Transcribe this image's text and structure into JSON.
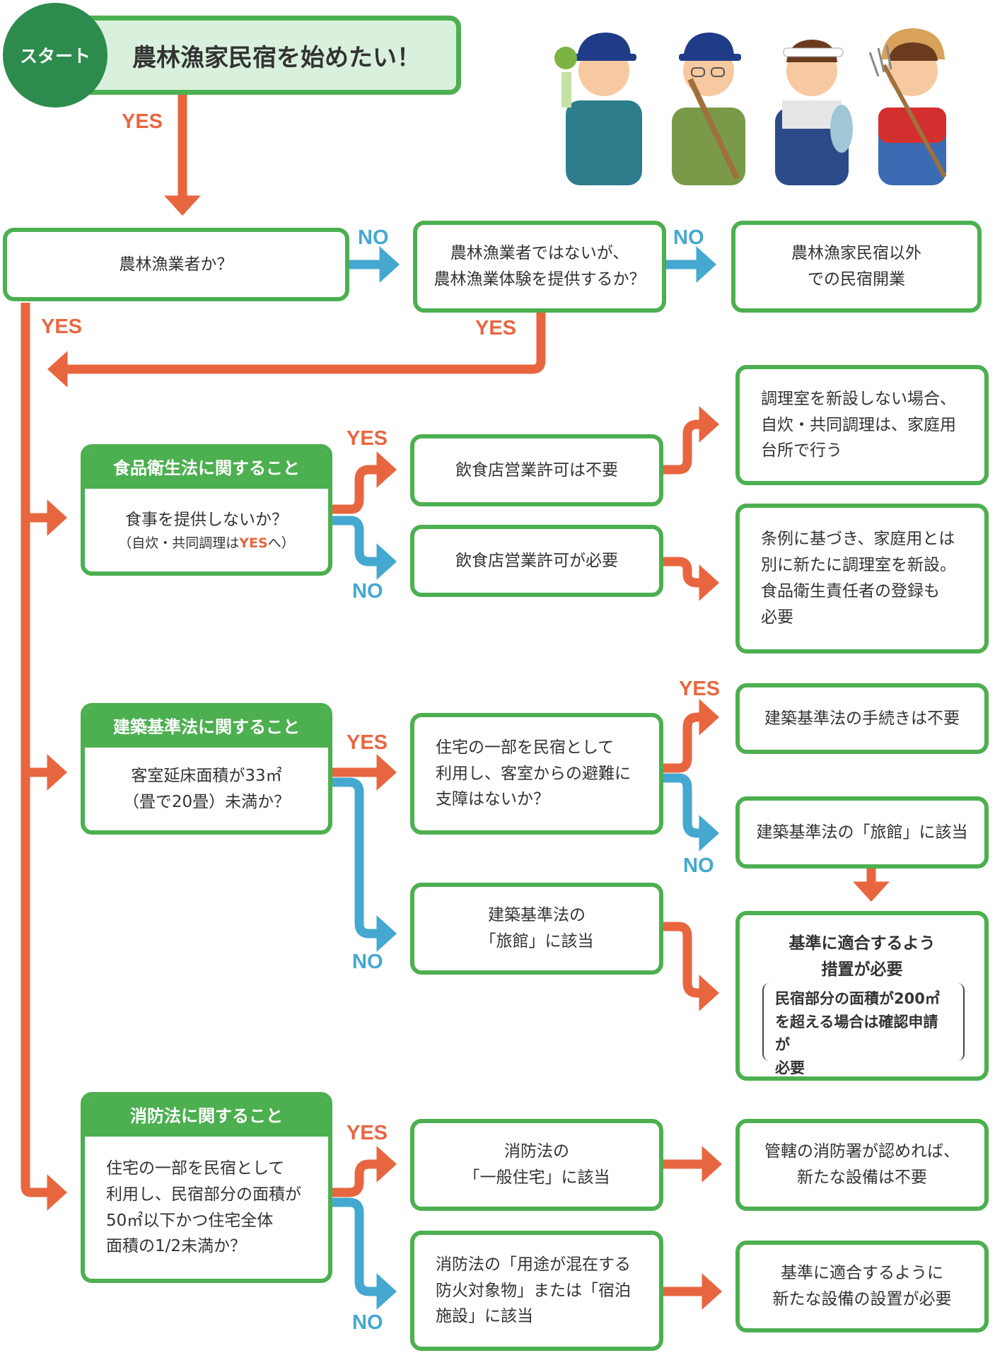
{
  "start": {
    "circle": "スタート",
    "title": "農林漁家民宿を始めたい！"
  },
  "labels": {
    "yes": "YES",
    "no": "NO"
  },
  "q1": {
    "text": "農林漁業者か？"
  },
  "q2": {
    "line1": "農林漁業者ではないが、",
    "line2": "農林漁業体験を提供するか？"
  },
  "r_other": {
    "line1": "農林漁家民宿以外",
    "line2": "での民宿開業"
  },
  "food": {
    "header": "食品衛生法に関すること",
    "question": "食事を提供しないか？",
    "note_pre": "（自炊・共同調理は",
    "note_yes": "YES",
    "note_post": "へ）",
    "yes_box": "飲食店営業許可は不要",
    "no_box": "飲食店営業許可が必要",
    "yes_result": {
      "line1": "調理室を新設しない場合、",
      "line2": "自炊・共同調理は、家庭用",
      "line3": "台所で行う"
    },
    "no_result": {
      "line1": "条例に基づき、家庭用とは",
      "line2": "別に新たに調理室を新設。",
      "line3": "食品衛生責任者の登録も",
      "line4": "必要"
    }
  },
  "building": {
    "header": "建築基準法に関すること",
    "q_line1": "客室延床面積が33㎡",
    "q_line2": "（畳で20畳）未満か？",
    "yes_q": {
      "line1": "住宅の一部を民宿として",
      "line2": "利用し、客室からの避難に",
      "line3": "支障はないか？"
    },
    "no_box": {
      "line1": "建築基準法の",
      "line2": "「旅館」に該当"
    },
    "r_no_procedure": "建築基準法の手続きは不要",
    "r_ryokan": "建築基準法の「旅館」に該当",
    "r_measures": {
      "line1": "基準に適合するよう",
      "line2": "措置が必要"
    },
    "r_note": {
      "line1": "民宿部分の面積が200㎡",
      "line2": "を超える場合は確認申請が",
      "line3": "必要"
    }
  },
  "fire": {
    "header": "消防法に関すること",
    "q": {
      "line1": "住宅の一部を民宿として",
      "line2": "利用し、民宿部分の面積が",
      "line3": "50㎡以下かつ住宅全体",
      "line4": "面積の1/2未満か？"
    },
    "yes_box": {
      "line1": "消防法の",
      "line2": "「一般住宅」に該当"
    },
    "no_box": {
      "line1": "消防法の「用途が混在する",
      "line2": "防火対象物」または「宿泊",
      "line3": "施設」に該当"
    },
    "yes_result": {
      "line1": "管轄の消防署が認めれば、",
      "line2": "新たな設備は不要"
    },
    "no_result": {
      "line1": "基準に適合するように",
      "line2": "新たな設備の設置が必要"
    }
  },
  "colors": {
    "green": "#4caf50",
    "dark_green": "#2e8b4e",
    "orange": "#e8663f",
    "blue": "#44a8d0"
  }
}
